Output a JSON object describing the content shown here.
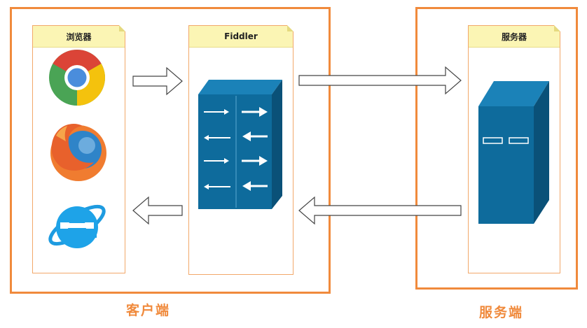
{
  "lanes": {
    "browser": "浏览器",
    "fiddler": "Fiddler",
    "server": "服务器"
  },
  "groups": {
    "client": "客户端",
    "server": "服务端"
  },
  "icons": [
    "chrome-icon",
    "firefox-icon",
    "internet-explorer-icon",
    "proxy-switch-icon",
    "server-tower-icon"
  ],
  "colors": {
    "orange": "#f08a3c",
    "lane_header": "#fbf5b4",
    "device_blue": "#0e6b9c"
  }
}
